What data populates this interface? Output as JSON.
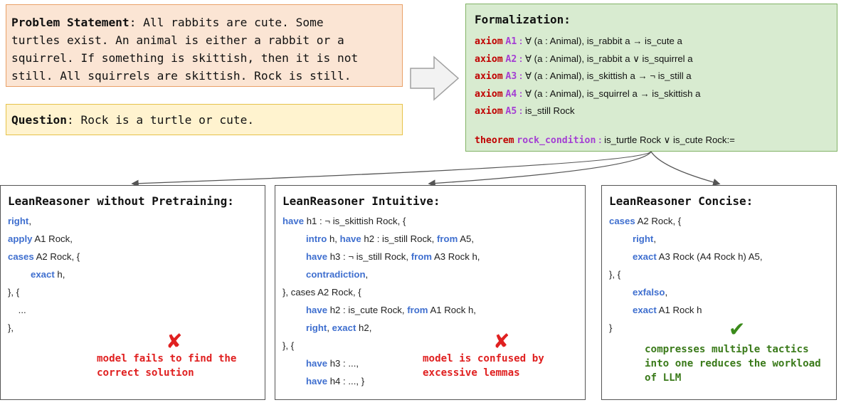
{
  "problem": {
    "label": "Problem Statement",
    "text": ": All rabbits are cute. Some\nturtles exist. An animal is either a rabbit or a\nsquirrel. If something is skittish, then it is not\nstill. All squirrels are skittish. Rock is still."
  },
  "question": {
    "label": "Question",
    "text": ": Rock is a turtle or cute."
  },
  "formalization": {
    "title": "Formalization:",
    "axioms": [
      {
        "kw": "axiom",
        "name": "A1",
        "sep": " :",
        "body": " ∀ (a : Animal), is_rabbit a → is_cute a"
      },
      {
        "kw": "axiom",
        "name": "A2",
        "sep": " :",
        "body": " ∀ (a : Animal), is_rabbit a ∨ is_squirrel a"
      },
      {
        "kw": "axiom",
        "name": "A3",
        "sep": " :",
        "body": " ∀ (a : Animal), is_skittish a → ¬ is_still a"
      },
      {
        "kw": "axiom",
        "name": "A4",
        "sep": " :",
        "body": " ∀ (a : Animal), is_squirrel a → is_skittish a"
      },
      {
        "kw": "axiom",
        "name": "A5",
        "sep": " :",
        "body": " is_still Rock"
      }
    ],
    "theorem": {
      "kw": "theorem",
      "name": "rock_condition",
      "sep": " :",
      "body": " is_turtle Rock ∨ is_cute Rock:="
    }
  },
  "panels": [
    {
      "title": "LeanReasoner without Pretraining:",
      "lines": [
        [
          {
            "t": "right",
            "kw": true
          },
          {
            "t": ","
          }
        ],
        [
          {
            "t": "apply",
            "kw": true
          },
          {
            "t": " A1 Rock,"
          }
        ],
        [
          {
            "t": "cases",
            "kw": true
          },
          {
            "t": " A2 Rock, {"
          }
        ],
        [
          {
            "t": "    "
          },
          {
            "t": "exact",
            "kw": true
          },
          {
            "t": " h,"
          }
        ],
        [
          {
            "t": "}, {"
          }
        ],
        [
          {
            "t": "    ..."
          }
        ],
        [
          {
            "t": "},"
          }
        ]
      ],
      "mark": "✘",
      "note": "model fails to find the\ncorrect solution",
      "mark_color": "#e02020"
    },
    {
      "title": "LeanReasoner Intuitive:",
      "lines": [
        [
          {
            "t": "have",
            "kw": true
          },
          {
            "t": " h1 : ¬ is_skittish Rock, {"
          }
        ],
        [
          {
            "t": "    "
          },
          {
            "t": "intro",
            "kw": true
          },
          {
            "t": " h, "
          },
          {
            "t": "have",
            "kw": true
          },
          {
            "t": " h2 : is_still Rock, "
          },
          {
            "t": "from",
            "kw": true
          },
          {
            "t": " A5,"
          }
        ],
        [
          {
            "t": "    "
          },
          {
            "t": "have",
            "kw": true
          },
          {
            "t": " h3 : ¬ is_still Rock, "
          },
          {
            "t": "from",
            "kw": true
          },
          {
            "t": " A3 Rock h,"
          }
        ],
        [
          {
            "t": "    "
          },
          {
            "t": "contradiction",
            "kw": true
          },
          {
            "t": ","
          }
        ],
        [
          {
            "t": "}, cases A2 Rock, {"
          }
        ],
        [
          {
            "t": "    "
          },
          {
            "t": "have",
            "kw": true
          },
          {
            "t": " h2 : is_cute Rock, "
          },
          {
            "t": "from",
            "kw": true
          },
          {
            "t": " A1 Rock h,"
          }
        ],
        [
          {
            "t": "    "
          },
          {
            "t": "right",
            "kw": true
          },
          {
            "t": ", "
          },
          {
            "t": "exact",
            "kw": true
          },
          {
            "t": " h2,"
          }
        ],
        [
          {
            "t": "}, {"
          }
        ],
        [
          {
            "t": "    "
          },
          {
            "t": "have",
            "kw": true
          },
          {
            "t": " h3 : ...,"
          }
        ],
        [
          {
            "t": "    "
          },
          {
            "t": "have",
            "kw": true
          },
          {
            "t": " h4 : ..., }"
          }
        ]
      ],
      "mark": "✘",
      "note": "model is confused by\nexcessive lemmas",
      "mark_color": "#e02020"
    },
    {
      "title": "LeanReasoner Concise:",
      "lines": [
        [
          {
            "t": "cases",
            "kw": true
          },
          {
            "t": " A2 Rock, {"
          }
        ],
        [
          {
            "t": "    "
          },
          {
            "t": "right",
            "kw": true
          },
          {
            "t": ","
          }
        ],
        [
          {
            "t": "    "
          },
          {
            "t": "exact",
            "kw": true
          },
          {
            "t": " A3 Rock (A4 Rock h) A5,"
          }
        ],
        [
          {
            "t": "}, {"
          }
        ],
        [
          {
            "t": "    "
          },
          {
            "t": "exfalso",
            "kw": true
          },
          {
            "t": ","
          }
        ],
        [
          {
            "t": "    "
          },
          {
            "t": "exact",
            "kw": true
          },
          {
            "t": " A1 Rock h"
          }
        ],
        [
          {
            "t": "}"
          }
        ]
      ],
      "mark": "✔",
      "note": "compresses multiple tactics\ninto one reduces the workload\nof LLM",
      "mark_color": "#3a8a1a"
    }
  ]
}
